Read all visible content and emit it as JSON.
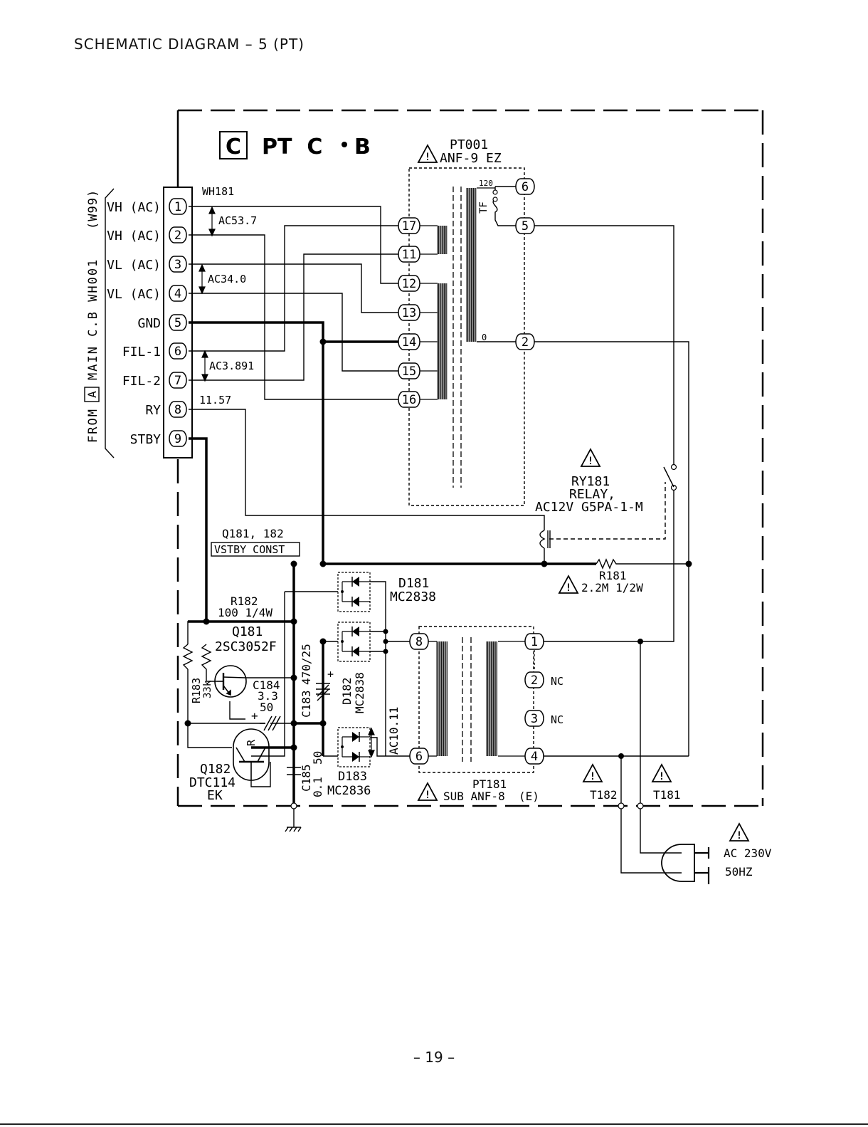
{
  "page": {
    "title": "SCHEMATIC  DIAGRAM – 5 (PT)",
    "page_number": "– 19 –"
  },
  "board": {
    "letter": "C",
    "name": "PT  C",
    "name_suffix": "B"
  },
  "connector": {
    "ref": "WH181",
    "side_label_1": "FROM",
    "side_label_box": "A",
    "side_label_2": "MAIN C.B WH001",
    "side_label_3": "(W99)",
    "pins": [
      {
        "num": "1",
        "label": "VH (AC)"
      },
      {
        "num": "2",
        "label": "VH (AC)"
      },
      {
        "num": "3",
        "label": "VL (AC)"
      },
      {
        "num": "4",
        "label": "VL (AC)"
      },
      {
        "num": "5",
        "label": "GND"
      },
      {
        "num": "6",
        "label": "FIL-1"
      },
      {
        "num": "7",
        "label": "FIL-2"
      },
      {
        "num": "8",
        "label": "RY"
      },
      {
        "num": "9",
        "label": "STBY"
      }
    ],
    "voltages": [
      "AC53.7",
      "AC34.0",
      "AC3.891",
      "11.57"
    ]
  },
  "transformer_main": {
    "ref": "PT001",
    "part": "ANF-9 EZ",
    "sec_pins": [
      "17",
      "11",
      "12",
      "13",
      "14",
      "15",
      "16"
    ],
    "pri_pins": [
      "6",
      "5",
      "2"
    ],
    "tap_120": "120",
    "tap_0": "0",
    "fuse_label": "TF"
  },
  "relay": {
    "ref": "RY181",
    "type": "RELAY,",
    "part": "AC12V G5PA-1-M"
  },
  "group_label": "Q181, 182",
  "group_box": "VSTBY CONST",
  "resistors": {
    "r181_ref": "R181",
    "r181_val": "2.2M 1/2W",
    "r182_ref": "R182",
    "r182_val": "100 1/4W",
    "r183_ref": "R183",
    "r183_val": "33k"
  },
  "diodes": {
    "d181_ref": "D181",
    "d181_part": "MC2838",
    "d182_ref": "D182",
    "d182_part": "MC2838",
    "d183_ref": "D183",
    "d183_part": "MC2836"
  },
  "transistors": {
    "q181_ref": "Q181",
    "q181_part": "2SC3052F",
    "q182_ref": "Q182",
    "q182_part": "DTC114",
    "q182_suffix": "EK",
    "q182_mark": "R"
  },
  "capacitors": {
    "c183_ref": "C183",
    "c183_val": "470/25",
    "c184_ref": "C184",
    "c184_val1": "3.3",
    "c184_val2": "50",
    "c185_ref": "C185",
    "c185_val1": "0.1",
    "c185_val2": "50",
    "plus": "+"
  },
  "sub_transformer": {
    "ref": "PT181",
    "part": "SUB ANF-8  (E)",
    "pins": [
      "8",
      "6",
      "1",
      "2",
      "3",
      "4"
    ],
    "nc": "NC",
    "voltage": "AC10.11"
  },
  "terminals": {
    "t181": "T181",
    "t182": "T182"
  },
  "mains": {
    "voltage": "AC 230V",
    "freq": "50HZ"
  },
  "warning_glyph": "!"
}
